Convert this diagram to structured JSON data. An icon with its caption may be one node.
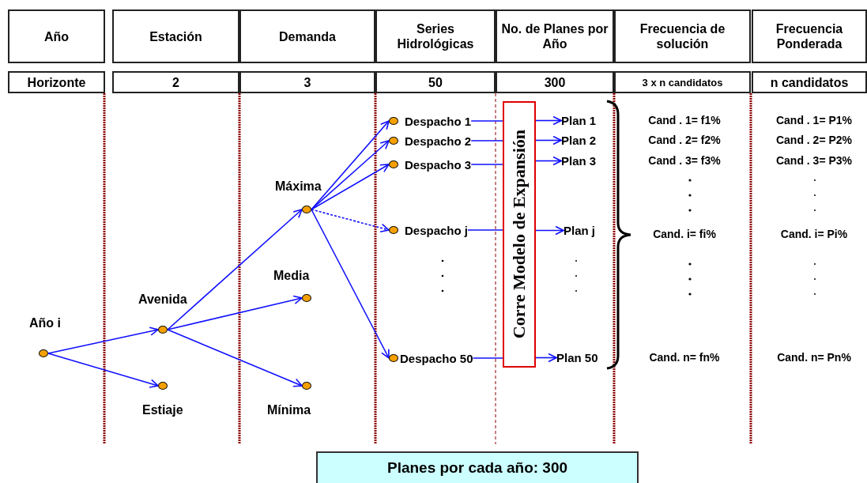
{
  "diagram": {
    "nodes": [
      {
        "text": [
          "Año"
        ]
      },
      {
        "text": [
          "Estación"
        ]
      },
      {
        "text": [
          "Demanda"
        ]
      },
      {
        "text": [
          "Series Hidrológicas"
        ]
      },
      {
        "text": [
          "No. de Planes por Año"
        ]
      },
      {
        "text": [
          "Frecuencia de solución"
        ]
      },
      {
        "text": [
          "Frecuencia Ponderada"
        ]
      },
      {
        "text": [
          "Horizonte"
        ]
      },
      {
        "text": [
          "2"
        ]
      },
      {
        "text": [
          "3"
        ]
      },
      {
        "text": [
          "50"
        ]
      },
      {
        "text": [
          "300"
        ]
      },
      {
        "text": [
          "3 x n candidatos"
        ]
      },
      {
        "text": [
          "n candidatos"
        ]
      },
      {
        "text": [],
        "shape": "circle",
        "beside": [
          "Año i"
        ]
      },
      {
        "text": [],
        "shape": "circle",
        "beside": [
          "Avenida"
        ]
      },
      {
        "text": [],
        "shape": "circle",
        "beside": [
          "Estiaje"
        ]
      },
      {
        "text": [],
        "shape": "circle",
        "beside": [
          "Máxima"
        ]
      },
      {
        "text": [],
        "shape": "circle",
        "beside": [
          "Media"
        ]
      },
      {
        "text": [],
        "shape": "circle",
        "beside": [
          "Mínima"
        ]
      },
      {
        "text": [
          "Despacho 1"
        ]
      },
      {
        "text": [
          "Despacho 2"
        ]
      },
      {
        "text": [
          "Despacho 3"
        ]
      },
      {
        "text": [
          "Despacho j"
        ]
      },
      {
        "text": [
          "Despacho 50"
        ]
      },
      {
        "text": [
          "Corre Modelo de Expansión"
        ]
      },
      {
        "text": [
          "Plan 1"
        ]
      },
      {
        "text": [
          "Plan 2"
        ]
      },
      {
        "text": [
          "Plan 3"
        ]
      },
      {
        "text": [
          "Plan j"
        ]
      },
      {
        "text": [
          "Plan 50"
        ]
      },
      {
        "text": [
          "Planes por cada año: 300"
        ]
      }
    ],
    "edges": [
      {
        "from": 14,
        "to": 15,
        "arrow": "to"
      },
      {
        "from": 14,
        "to": 16,
        "arrow": "to"
      },
      {
        "from": 15,
        "to": 17,
        "arrow": "to"
      },
      {
        "from": 15,
        "to": 18,
        "arrow": "to"
      },
      {
        "from": 15,
        "to": 19,
        "arrow": "to"
      },
      {
        "from": 17,
        "to": 20,
        "arrow": "to"
      },
      {
        "from": 17,
        "to": 21,
        "arrow": "to"
      },
      {
        "from": 17,
        "to": 22,
        "arrow": "to"
      },
      {
        "from": 17,
        "to": 23,
        "arrow": "to",
        "style": "dashed"
      },
      {
        "from": 17,
        "to": 24,
        "arrow": "to"
      },
      {
        "from": 20,
        "to": 25,
        "arrow": "none"
      },
      {
        "from": 21,
        "to": 25,
        "arrow": "none"
      },
      {
        "from": 22,
        "to": 25,
        "arrow": "none"
      },
      {
        "from": 23,
        "to": 25,
        "arrow": "none"
      },
      {
        "from": 24,
        "to": 25,
        "arrow": "none"
      },
      {
        "from": 25,
        "to": 26,
        "arrow": "to"
      },
      {
        "from": 25,
        "to": 27,
        "arrow": "to"
      },
      {
        "from": 25,
        "to": 28,
        "arrow": "to"
      },
      {
        "from": 25,
        "to": 29,
        "arrow": "to"
      },
      {
        "from": 25,
        "to": 30,
        "arrow": "to"
      }
    ],
    "labels": [
      "Cand . 1= f1%",
      "Cand . 1= P1%",
      "Cand . 2= f2%",
      "Cand . 2= P2%",
      "Cand . 3= f3%",
      "Cand . 3= P3%",
      "Cand. i= fi%",
      "Cand. i= Pi%",
      "Cand. n= fn%",
      "Cand. n= Pn%"
    ]
  }
}
